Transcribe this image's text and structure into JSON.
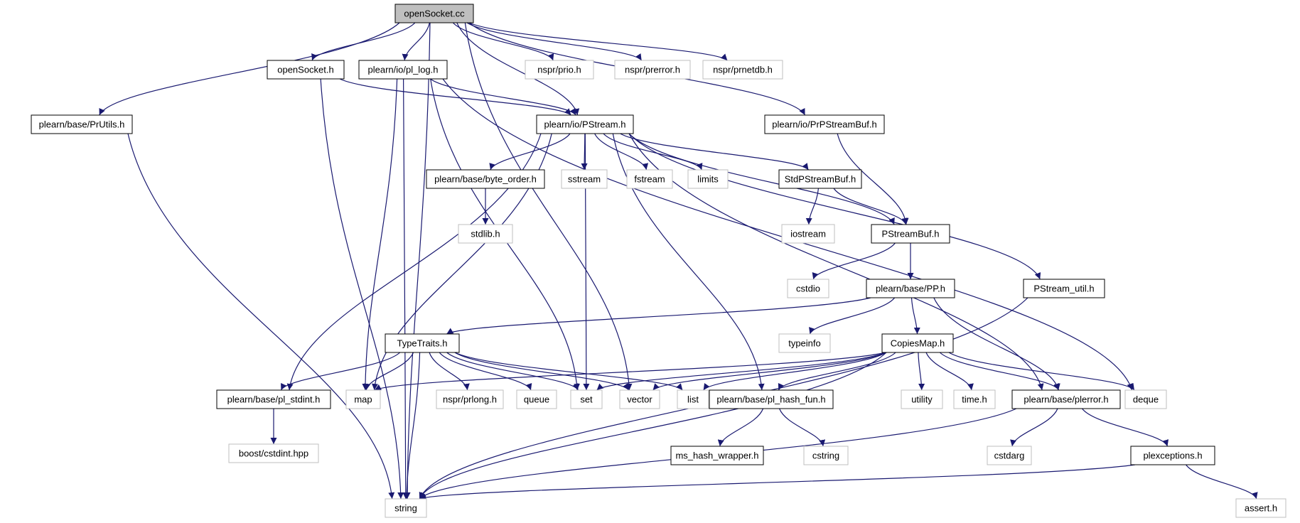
{
  "colors": {
    "edge": "#191970",
    "background": "#ffffff",
    "root_fill": "#bfbfbf",
    "documented_border": "#000000",
    "external_border": "#bfbfbf",
    "text": "#000000"
  },
  "nodes": [
    {
      "id": "openSocket_cc",
      "label": "openSocket.cc",
      "kind": "root"
    },
    {
      "id": "openSocket_h",
      "label": "openSocket.h",
      "kind": "documented"
    },
    {
      "id": "pl_log_h",
      "label": "plearn/io/pl_log.h",
      "kind": "documented"
    },
    {
      "id": "nspr_prio",
      "label": "nspr/prio.h",
      "kind": "external"
    },
    {
      "id": "nspr_prerror",
      "label": "nspr/prerror.h",
      "kind": "external"
    },
    {
      "id": "nspr_prnetdb",
      "label": "nspr/prnetdb.h",
      "kind": "external"
    },
    {
      "id": "PrUtils_h",
      "label": "plearn/base/PrUtils.h",
      "kind": "documented"
    },
    {
      "id": "PStream_h",
      "label": "plearn/io/PStream.h",
      "kind": "documented"
    },
    {
      "id": "PrPStreamBuf_h",
      "label": "plearn/io/PrPStreamBuf.h",
      "kind": "documented"
    },
    {
      "id": "byte_order_h",
      "label": "plearn/base/byte_order.h",
      "kind": "documented"
    },
    {
      "id": "sstream",
      "label": "sstream",
      "kind": "external"
    },
    {
      "id": "fstream",
      "label": "fstream",
      "kind": "external"
    },
    {
      "id": "limits",
      "label": "limits",
      "kind": "external"
    },
    {
      "id": "StdPStreamBuf_h",
      "label": "StdPStreamBuf.h",
      "kind": "documented"
    },
    {
      "id": "stdlib_h",
      "label": "stdlib.h",
      "kind": "external"
    },
    {
      "id": "iostream",
      "label": "iostream",
      "kind": "external"
    },
    {
      "id": "PStreamBuf_h",
      "label": "PStreamBuf.h",
      "kind": "documented"
    },
    {
      "id": "cstdio",
      "label": "cstdio",
      "kind": "external"
    },
    {
      "id": "PP_h",
      "label": "plearn/base/PP.h",
      "kind": "documented"
    },
    {
      "id": "PStream_util_h",
      "label": "PStream_util.h",
      "kind": "documented"
    },
    {
      "id": "TypeTraits_h",
      "label": "TypeTraits.h",
      "kind": "documented"
    },
    {
      "id": "typeinfo",
      "label": "typeinfo",
      "kind": "external"
    },
    {
      "id": "CopiesMap_h",
      "label": "CopiesMap.h",
      "kind": "documented"
    },
    {
      "id": "pl_stdint_h",
      "label": "plearn/base/pl_stdint.h",
      "kind": "documented"
    },
    {
      "id": "map",
      "label": "map",
      "kind": "external"
    },
    {
      "id": "nspr_prlong",
      "label": "nspr/prlong.h",
      "kind": "external"
    },
    {
      "id": "queue",
      "label": "queue",
      "kind": "external"
    },
    {
      "id": "set",
      "label": "set",
      "kind": "external"
    },
    {
      "id": "vector",
      "label": "vector",
      "kind": "external"
    },
    {
      "id": "list",
      "label": "list",
      "kind": "external"
    },
    {
      "id": "pl_hash_fun_h",
      "label": "plearn/base/pl_hash_fun.h",
      "kind": "documented"
    },
    {
      "id": "utility",
      "label": "utility",
      "kind": "external"
    },
    {
      "id": "time_h",
      "label": "time.h",
      "kind": "external"
    },
    {
      "id": "plerror_h",
      "label": "plearn/base/plerror.h",
      "kind": "documented"
    },
    {
      "id": "deque",
      "label": "deque",
      "kind": "external"
    },
    {
      "id": "boost_cstdint",
      "label": "boost/cstdint.hpp",
      "kind": "external"
    },
    {
      "id": "ms_hash_wrapper_h",
      "label": "ms_hash_wrapper.h",
      "kind": "documented"
    },
    {
      "id": "cstring",
      "label": "cstring",
      "kind": "external"
    },
    {
      "id": "cstdarg",
      "label": "cstdarg",
      "kind": "external"
    },
    {
      "id": "plexceptions_h",
      "label": "plexceptions.h",
      "kind": "documented"
    },
    {
      "id": "string",
      "label": "string",
      "kind": "external"
    },
    {
      "id": "assert_h",
      "label": "assert.h",
      "kind": "external"
    }
  ],
  "edges": [
    [
      "openSocket_cc",
      "string"
    ],
    [
      "openSocket_cc",
      "PrUtils_h"
    ],
    [
      "openSocket_cc",
      "openSocket_h"
    ],
    [
      "openSocket_cc",
      "pl_log_h"
    ],
    [
      "openSocket_cc",
      "PStream_h"
    ],
    [
      "openSocket_cc",
      "nspr_prio"
    ],
    [
      "openSocket_cc",
      "nspr_prerror"
    ],
    [
      "openSocket_cc",
      "nspr_prnetdb"
    ],
    [
      "openSocket_cc",
      "PrPStreamBuf_h"
    ],
    [
      "openSocket_cc",
      "vector"
    ],
    [
      "openSocket_h",
      "string"
    ],
    [
      "openSocket_h",
      "PStream_h"
    ],
    [
      "pl_log_h",
      "string"
    ],
    [
      "pl_log_h",
      "map"
    ],
    [
      "pl_log_h",
      "set"
    ],
    [
      "pl_log_h",
      "PStream_h"
    ],
    [
      "pl_log_h",
      "deque"
    ],
    [
      "PrUtils_h",
      "string"
    ],
    [
      "PrPStreamBuf_h",
      "PStreamBuf_h"
    ],
    [
      "PStream_h",
      "byte_order_h"
    ],
    [
      "PStream_h",
      "sstream"
    ],
    [
      "PStream_h",
      "fstream"
    ],
    [
      "PStream_h",
      "limits"
    ],
    [
      "PStream_h",
      "StdPStreamBuf_h"
    ],
    [
      "PStream_h",
      "PStreamBuf_h"
    ],
    [
      "PStream_h",
      "PStream_util_h"
    ],
    [
      "PStream_h",
      "pl_stdint_h"
    ],
    [
      "PStream_h",
      "map"
    ],
    [
      "PStream_h",
      "set"
    ],
    [
      "PStream_h",
      "pl_hash_fun_h"
    ],
    [
      "PStream_h",
      "plerror_h"
    ],
    [
      "byte_order_h",
      "stdlib_h"
    ],
    [
      "StdPStreamBuf_h",
      "iostream"
    ],
    [
      "StdPStreamBuf_h",
      "PStreamBuf_h"
    ],
    [
      "PStreamBuf_h",
      "cstdio"
    ],
    [
      "PStreamBuf_h",
      "PP_h"
    ],
    [
      "PP_h",
      "TypeTraits_h"
    ],
    [
      "PP_h",
      "typeinfo"
    ],
    [
      "PP_h",
      "CopiesMap_h"
    ],
    [
      "PP_h",
      "plerror_h"
    ],
    [
      "PStream_util_h",
      "string"
    ],
    [
      "TypeTraits_h",
      "pl_stdint_h"
    ],
    [
      "TypeTraits_h",
      "map"
    ],
    [
      "TypeTraits_h",
      "nspr_prlong"
    ],
    [
      "TypeTraits_h",
      "queue"
    ],
    [
      "TypeTraits_h",
      "set"
    ],
    [
      "TypeTraits_h",
      "vector"
    ],
    [
      "TypeTraits_h",
      "list"
    ],
    [
      "TypeTraits_h",
      "string"
    ],
    [
      "CopiesMap_h",
      "map"
    ],
    [
      "CopiesMap_h",
      "set"
    ],
    [
      "CopiesMap_h",
      "vector"
    ],
    [
      "CopiesMap_h",
      "list"
    ],
    [
      "CopiesMap_h",
      "pl_hash_fun_h"
    ],
    [
      "CopiesMap_h",
      "utility"
    ],
    [
      "CopiesMap_h",
      "time_h"
    ],
    [
      "CopiesMap_h",
      "plerror_h"
    ],
    [
      "CopiesMap_h",
      "deque"
    ],
    [
      "CopiesMap_h",
      "string"
    ],
    [
      "pl_stdint_h",
      "boost_cstdint"
    ],
    [
      "pl_hash_fun_h",
      "ms_hash_wrapper_h"
    ],
    [
      "pl_hash_fun_h",
      "cstring"
    ],
    [
      "plerror_h",
      "cstdarg"
    ],
    [
      "plerror_h",
      "plexceptions_h"
    ],
    [
      "plerror_h",
      "string"
    ],
    [
      "plexceptions_h",
      "string"
    ],
    [
      "plexceptions_h",
      "assert_h"
    ]
  ]
}
